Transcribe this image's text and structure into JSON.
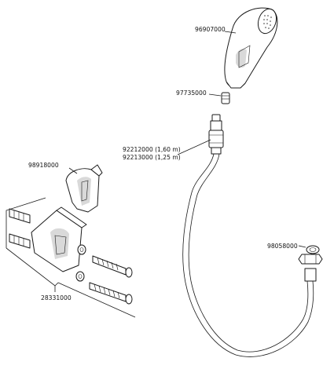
{
  "parts": {
    "hand_shower": "96907000",
    "connector": "97735000",
    "hose_long": "92212000 (1,60 m)",
    "hose_short": "92213000 (1,25 m)",
    "holder_clip": "98918000",
    "washer": "98058000",
    "wall_bracket_set": "28331000"
  },
  "colors": {
    "line": "#1a1a1a",
    "fill": "#ffffff",
    "shade": "#d9d9d9"
  }
}
